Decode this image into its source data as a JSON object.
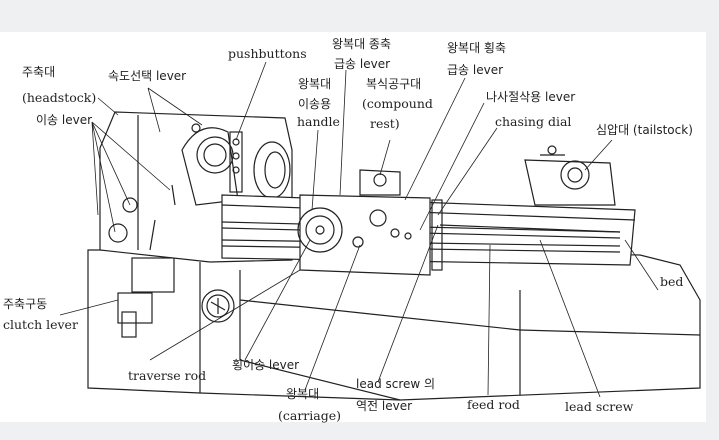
{
  "diagram": {
    "subject": "lathe",
    "labels": {
      "headstock_ko": "주축대",
      "headstock_en": "(headstock)",
      "feed_lever": "이송 lever",
      "speed_lever": "속도선택 lever",
      "pushbuttons": "pushbuttons",
      "carriage_long_rapid_1": "왕복대 종축",
      "carriage_long_rapid_2": "급송 lever",
      "carriage_handle_1": "왕복대",
      "carriage_handle_2": "이송용",
      "carriage_handle_3": "handle",
      "compound_ko": "복식공구대",
      "compound_en_1": "(compound",
      "compound_en_2": "rest)",
      "carriage_cross_rapid_1": "왕복대 횡축",
      "carriage_cross_rapid_2": "급송 lever",
      "thread_lever": "나사절삭용 lever",
      "chasing_dial": "chasing dial",
      "tailstock": "심압대 (tailstock)",
      "bed": "bed",
      "clutch_1": "주축구동",
      "clutch_2": "clutch lever",
      "cross_feed_lever": "횡이송 lever",
      "traverse_rod": "traverse rod",
      "carriage_ko": "왕복대",
      "carriage_en": "(carriage)",
      "reverse_1": "lead screw 의",
      "reverse_2": "역전 lever",
      "feed_rod": "feed rod",
      "lead_screw": "lead screw"
    }
  }
}
